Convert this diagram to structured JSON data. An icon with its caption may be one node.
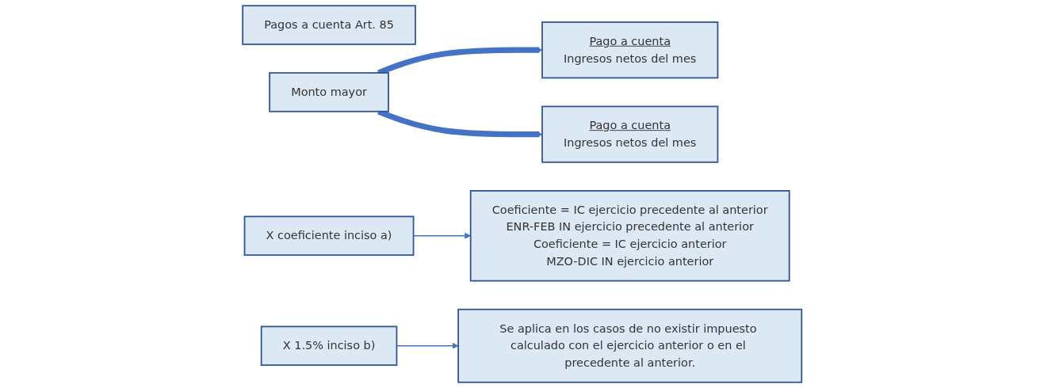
{
  "diagram": {
    "nodes": [
      {
        "text": [
          "Pagos a cuenta Art. 85"
        ]
      },
      {
        "text": [
          "Monto mayor"
        ]
      },
      {
        "text": [
          "Pago a cuenta",
          "Ingresos netos del mes"
        ]
      },
      {
        "text": [
          "X coeficiente inciso a)"
        ]
      },
      {
        "text": [
          "Coeficiente = IC ejercicio precedente al anterior",
          "ENR-FEB IN ejercicio precedente al anterior",
          "Coeficiente = IC ejercicio anterior",
          "MZO-DIC IN ejercicio anterior"
        ]
      },
      {
        "text": [
          "Pago a cuenta",
          "Ingresos netos del mes"
        ]
      },
      {
        "text": [
          "X 1.5% inciso b)"
        ]
      },
      {
        "text": [
          "Se aplica en los casos de no existir impuesto calculado con el ejercicio anterior o en el precedente al anterior."
        ]
      }
    ],
    "edges": [
      {
        "from": 1,
        "to": 2,
        "arrow": "to",
        "style": "thick"
      },
      {
        "from": 1,
        "to": 5,
        "arrow": "to",
        "style": "thick"
      },
      {
        "from": 3,
        "to": 4,
        "arrow": "to"
      },
      {
        "from": 6,
        "to": 7,
        "arrow": "to"
      }
    ]
  }
}
